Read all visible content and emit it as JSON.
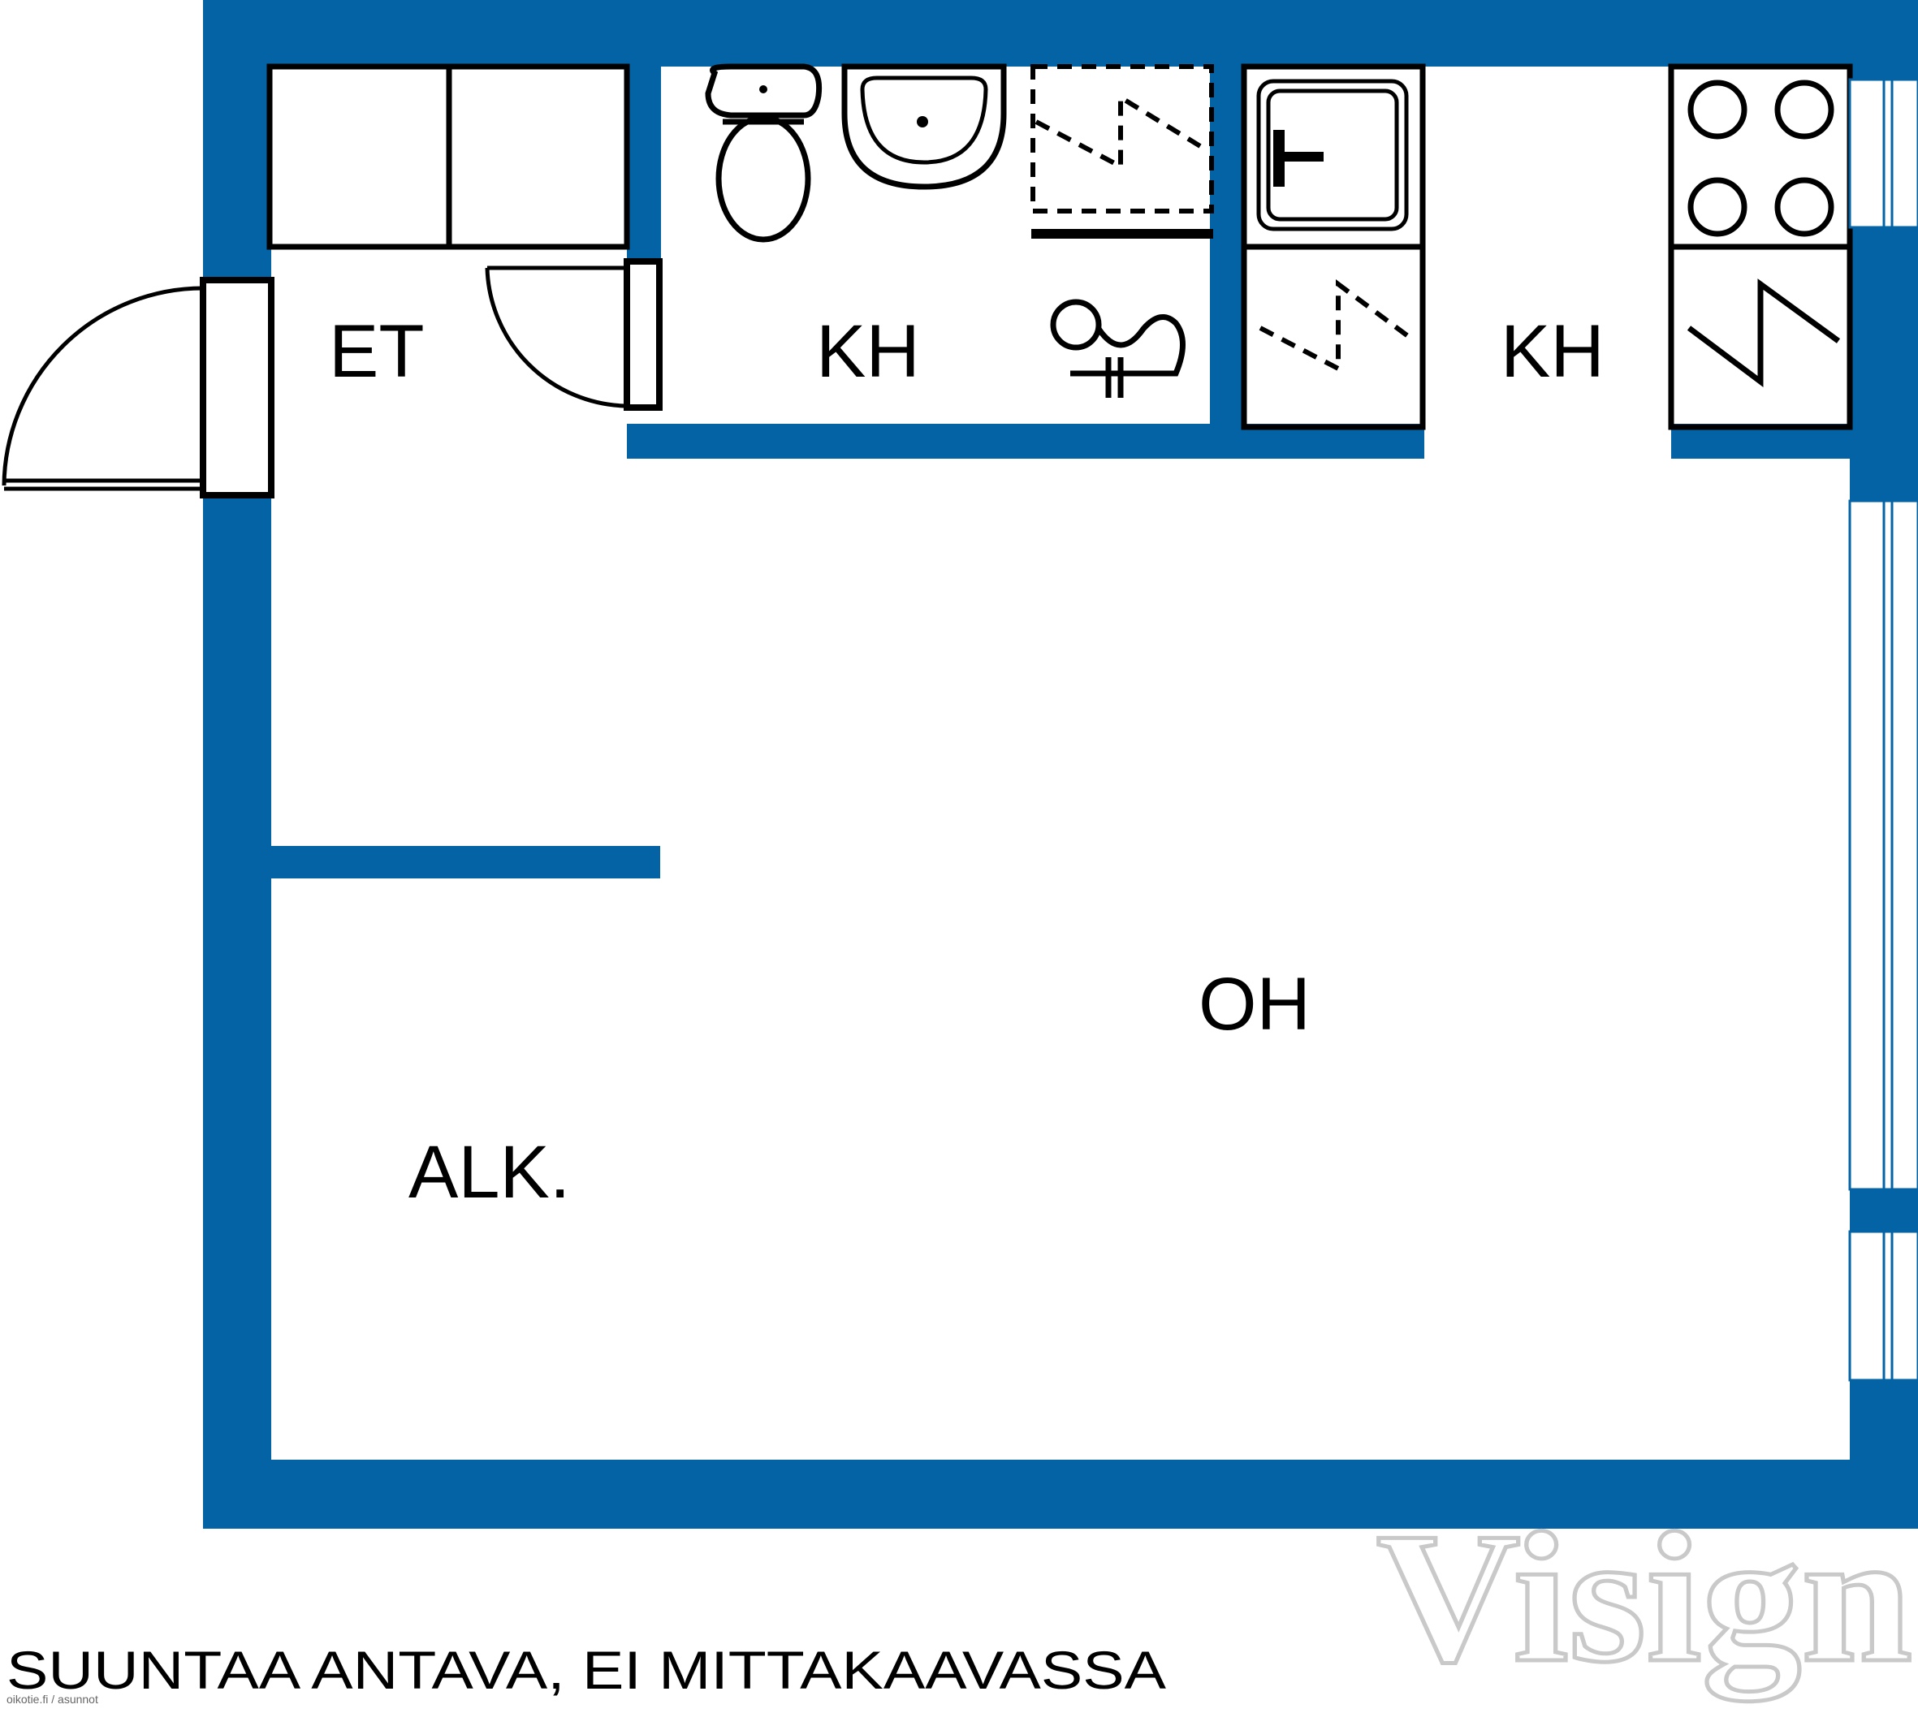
{
  "floor_plan": {
    "colors": {
      "wall": "#0363a5",
      "fixture_line": "#000000",
      "background": "#ffffff",
      "logo_outline": "#c9c9c9"
    },
    "rooms": {
      "entry": "ET",
      "bathroom": "KH",
      "kitchen": "KH",
      "living_room": "OH",
      "alcove": "ALK."
    },
    "fixtures": [
      "closet-icon",
      "toilet-icon",
      "washbasin-icon",
      "shower-icon",
      "washing-machine-icon",
      "sink-icon",
      "dishwasher-icon",
      "stove-icon",
      "oven-icon",
      "fridge-icon",
      "door-icon",
      "window-icon"
    ],
    "footnote": "SUUNTAA ANTAVA, EI MITTAKAAVASSA",
    "source_credit": "oikotie.fi / asunnot",
    "watermark": "Visign"
  }
}
